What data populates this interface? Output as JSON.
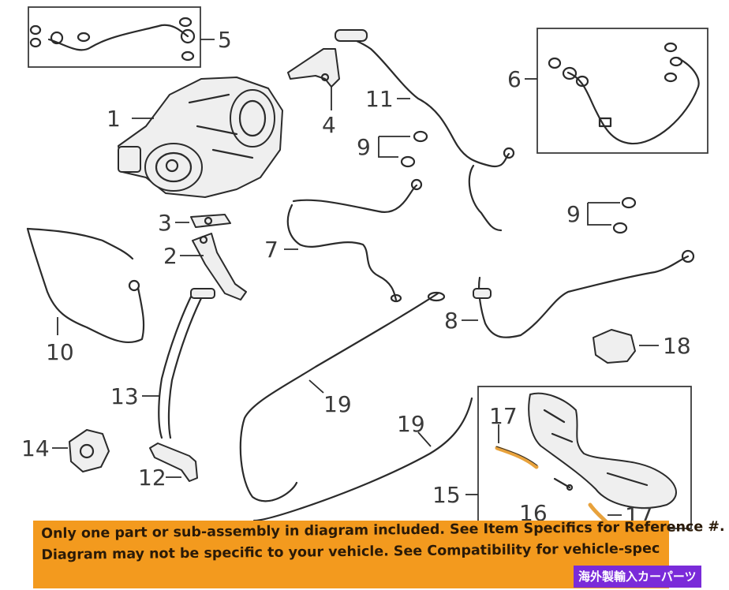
{
  "callouts": {
    "c1": "1",
    "c2": "2",
    "c3": "3",
    "c4": "4",
    "c5": "5",
    "c6": "6",
    "c7": "7",
    "c8": "8",
    "c9a": "9",
    "c9b": "9",
    "c10": "10",
    "c11": "11",
    "c12": "12",
    "c13": "13",
    "c14": "14",
    "c15": "15",
    "c16": "16",
    "c17a": "17",
    "c17b": "17",
    "c18": "18",
    "c19a": "19",
    "c19b": "19"
  },
  "banner": {
    "line1": "Only one part or sub-assembly in diagram included. See Item Specifics for Reference #.",
    "line2": "Diagram may not be specific to your vehicle. See Compatibility for vehicle-spec"
  },
  "watermark": "海外製輸入カーパーツ",
  "colors": {
    "banner": "#f39a1e",
    "watermark": "#7a2bd9",
    "highlight_hose": "#e8a23c"
  }
}
